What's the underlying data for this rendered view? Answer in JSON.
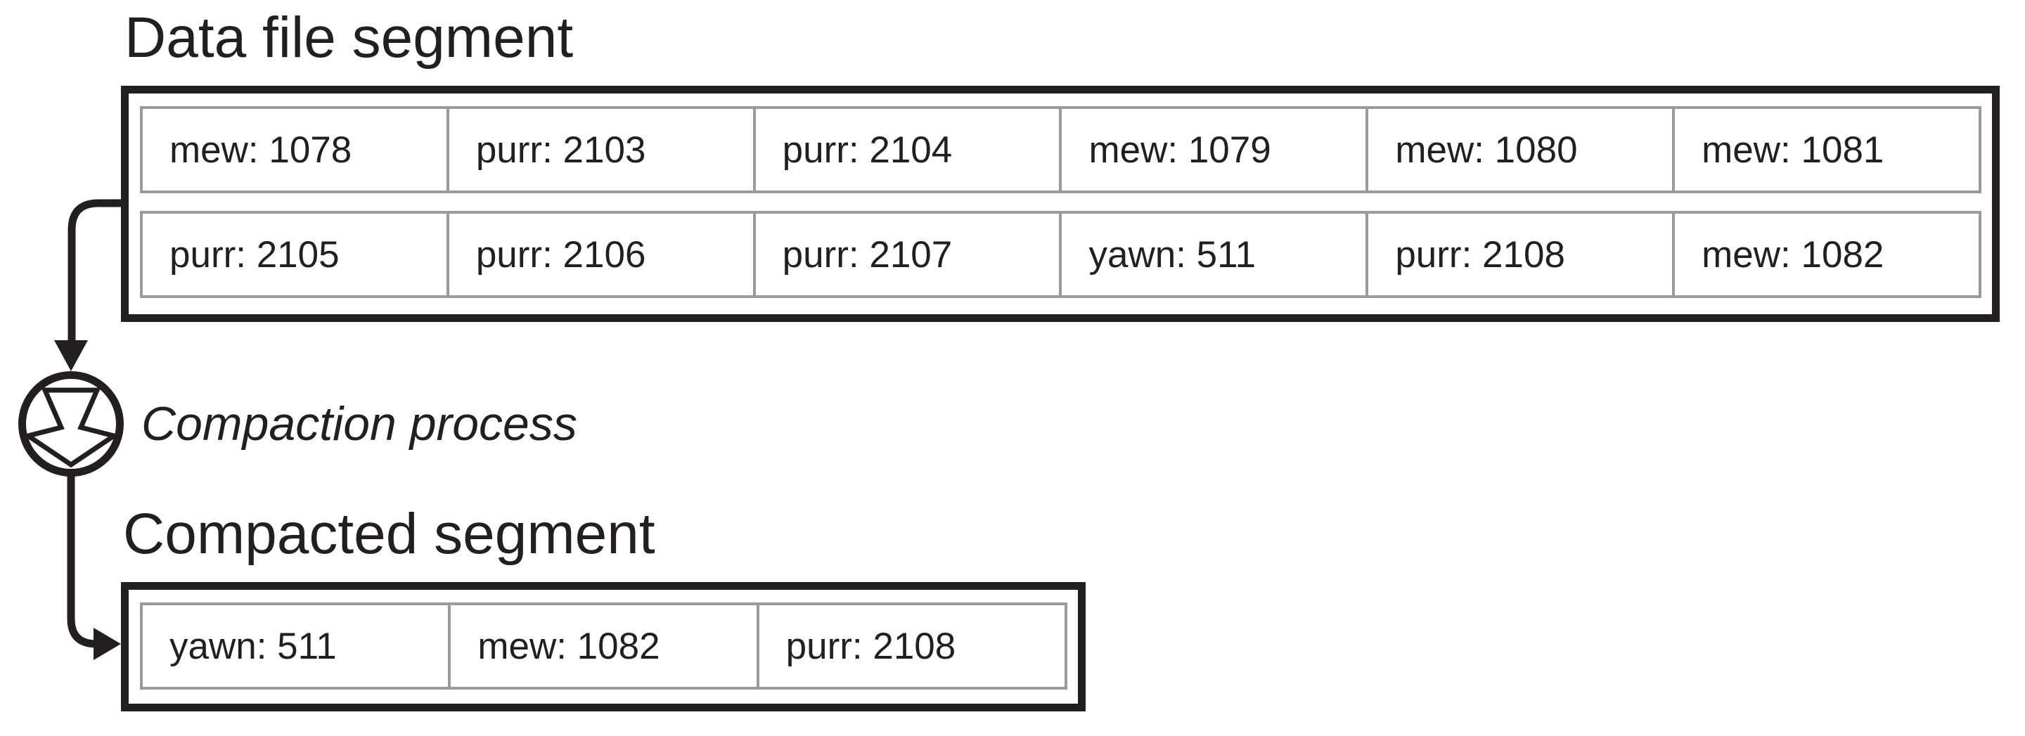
{
  "data_file_segment": {
    "title": "Data file segment",
    "rows": [
      [
        "mew: 1078",
        "purr: 2103",
        "purr: 2104",
        "mew: 1079",
        "mew: 1080",
        "mew: 1081"
      ],
      [
        "purr: 2105",
        "purr: 2106",
        "purr: 2107",
        "yawn: 511",
        "purr: 2108",
        "mew: 1082"
      ]
    ]
  },
  "compaction": {
    "label": "Compaction process",
    "icon": "circled-down-arrow"
  },
  "compacted_segment": {
    "title": "Compacted segment",
    "cells": [
      "yawn: 511",
      "mew: 1082",
      "purr: 2108"
    ]
  },
  "colors": {
    "ink": "#231f20",
    "cell_border": "#9a9a9a",
    "background": "#ffffff"
  }
}
